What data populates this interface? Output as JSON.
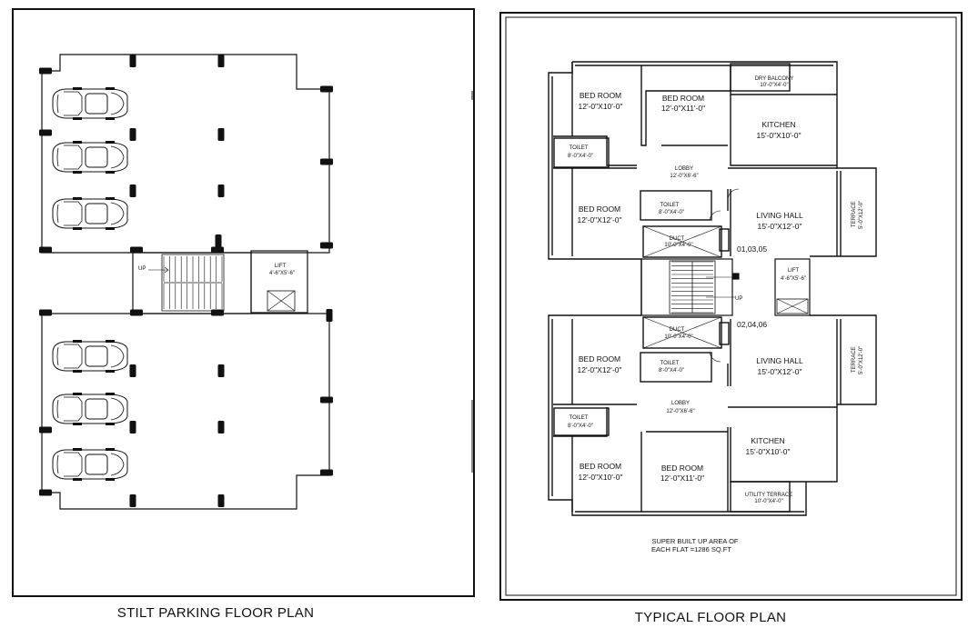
{
  "stilt": {
    "title": "STILT PARKING FLOOR PLAN",
    "lift_label": "LIFT",
    "lift_dim": "4'-6\"X5'-6\"",
    "up_label": "UP"
  },
  "typical": {
    "title": "TYPICAL FLOOR PLAN",
    "flat_top": "01,03,05",
    "flat_bottom": "02,04,06",
    "area_line1": "SUPER BUILT UP AREA OF",
    "area_line2": "EACH FLAT =1286 SQ.FT",
    "rooms": {
      "dry_balcony": "DRY BALCONY",
      "dry_balcony_dim": "10'-0\"X4'-0\"",
      "bed1": "BED ROOM",
      "bed1_dim": "12'-0\"X10'-0\"",
      "bed2": "BED ROOM",
      "bed2_dim": "12'-0\"X11'-0\"",
      "kitchen": "KITCHEN",
      "kitchen_dim": "15'-0\"X10'-0\"",
      "toilet1": "TOILET",
      "toilet1_dim": "8'-0\"X4'-0\"",
      "lobby": "LOBBY",
      "lobby_dim": "12'-0\"X6'-6\"",
      "bed3": "BED ROOM",
      "bed3_dim": "12'-0\"X12'-0\"",
      "toilet2": "TOILET",
      "toilet2_dim": "8'-0\"X4'-0\"",
      "living": "LIVING HALL",
      "living_dim": "15'-0\"X12'-0\"",
      "terrace": "TERRACE",
      "terrace_dim": "5'-0\"X12'-0\"",
      "duct": "DUCT",
      "duct_dim": "10'-0\"X4'-0\"",
      "lift": "LIFT",
      "lift_dim": "4'-6\"X5'-6\"",
      "up": "UP",
      "b_bed3": "BED ROOM",
      "b_bed3_dim": "12'-0\"X12'-0\"",
      "b_toilet2": "TOILET",
      "b_toilet2_dim": "8'-0\"X4'-0\"",
      "b_living": "LIVING HALL",
      "b_living_dim": "15'-0\"X12'-0\"",
      "b_terrace": "TERRACE",
      "b_terrace_dim": "5'-0\"X12'-0\"",
      "b_duct": "DUCT",
      "b_duct_dim": "10'-0\"X4'-0\"",
      "b_lobby": "LOBBY",
      "b_lobby_dim": "12'-0\"X6'-6\"",
      "b_toilet1": "TOILET",
      "b_toilet1_dim": "8'-0\"X4'-0\"",
      "b_kitchen": "KITCHEN",
      "b_kitchen_dim": "15'-0\"X10'-0\"",
      "b_bed1": "BED ROOM",
      "b_bed1_dim": "12'-0\"X10'-0\"",
      "b_bed2": "BED ROOM",
      "b_bed2_dim": "12'-0\"X11'-0\"",
      "utility": "UTILITY TERRACE",
      "utility_dim": "10'-0\"X4'-0\""
    }
  }
}
